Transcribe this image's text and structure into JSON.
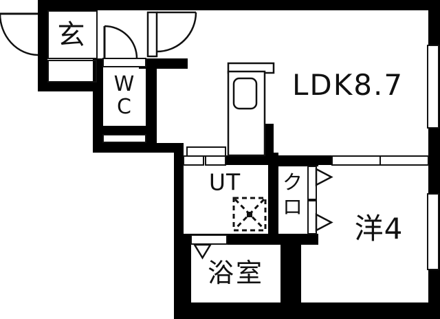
{
  "floor_plan": {
    "title": "1LDK apartment floor plan",
    "colors": {
      "wall": "#000000",
      "floor": "#ffffff",
      "line": "#111111"
    },
    "rooms": [
      {
        "id": "genkan",
        "label": "玄"
      },
      {
        "id": "wc",
        "label": "WC",
        "line1": "W",
        "line2": "C"
      },
      {
        "id": "ldk",
        "label": "LDK8.7",
        "size_tatami": 8.7
      },
      {
        "id": "utility",
        "label": "UT"
      },
      {
        "id": "closet",
        "label": "クロ",
        "line1": "ク",
        "line2": "ロ"
      },
      {
        "id": "western_room",
        "label": "洋4",
        "size_tatami": 4
      },
      {
        "id": "bathroom",
        "label": "浴室"
      }
    ],
    "fixtures": [
      {
        "id": "entry-door",
        "desc": "entry swing door (top-left, opens outward)"
      },
      {
        "id": "wc-door",
        "desc": "swing door in front of WC"
      },
      {
        "id": "ldk-door",
        "desc": "swing door from hall into LDK"
      },
      {
        "id": "kitchen-unit",
        "desc": "kitchen counter with sink"
      },
      {
        "id": "washer-space",
        "desc": "washing machine space (dashed square with X)"
      },
      {
        "id": "closet-doors",
        "desc": "closet sliding doors with two arrow markers into 洋4"
      },
      {
        "id": "bathroom-door",
        "desc": "bathroom door marker (triangle)"
      },
      {
        "id": "ldk-window",
        "desc": "window in right wall of LDK"
      },
      {
        "id": "yo-right-window",
        "desc": "window in right wall of 洋4"
      },
      {
        "id": "yo-top-windows",
        "desc": "two windows in top wall of 洋4"
      }
    ]
  }
}
